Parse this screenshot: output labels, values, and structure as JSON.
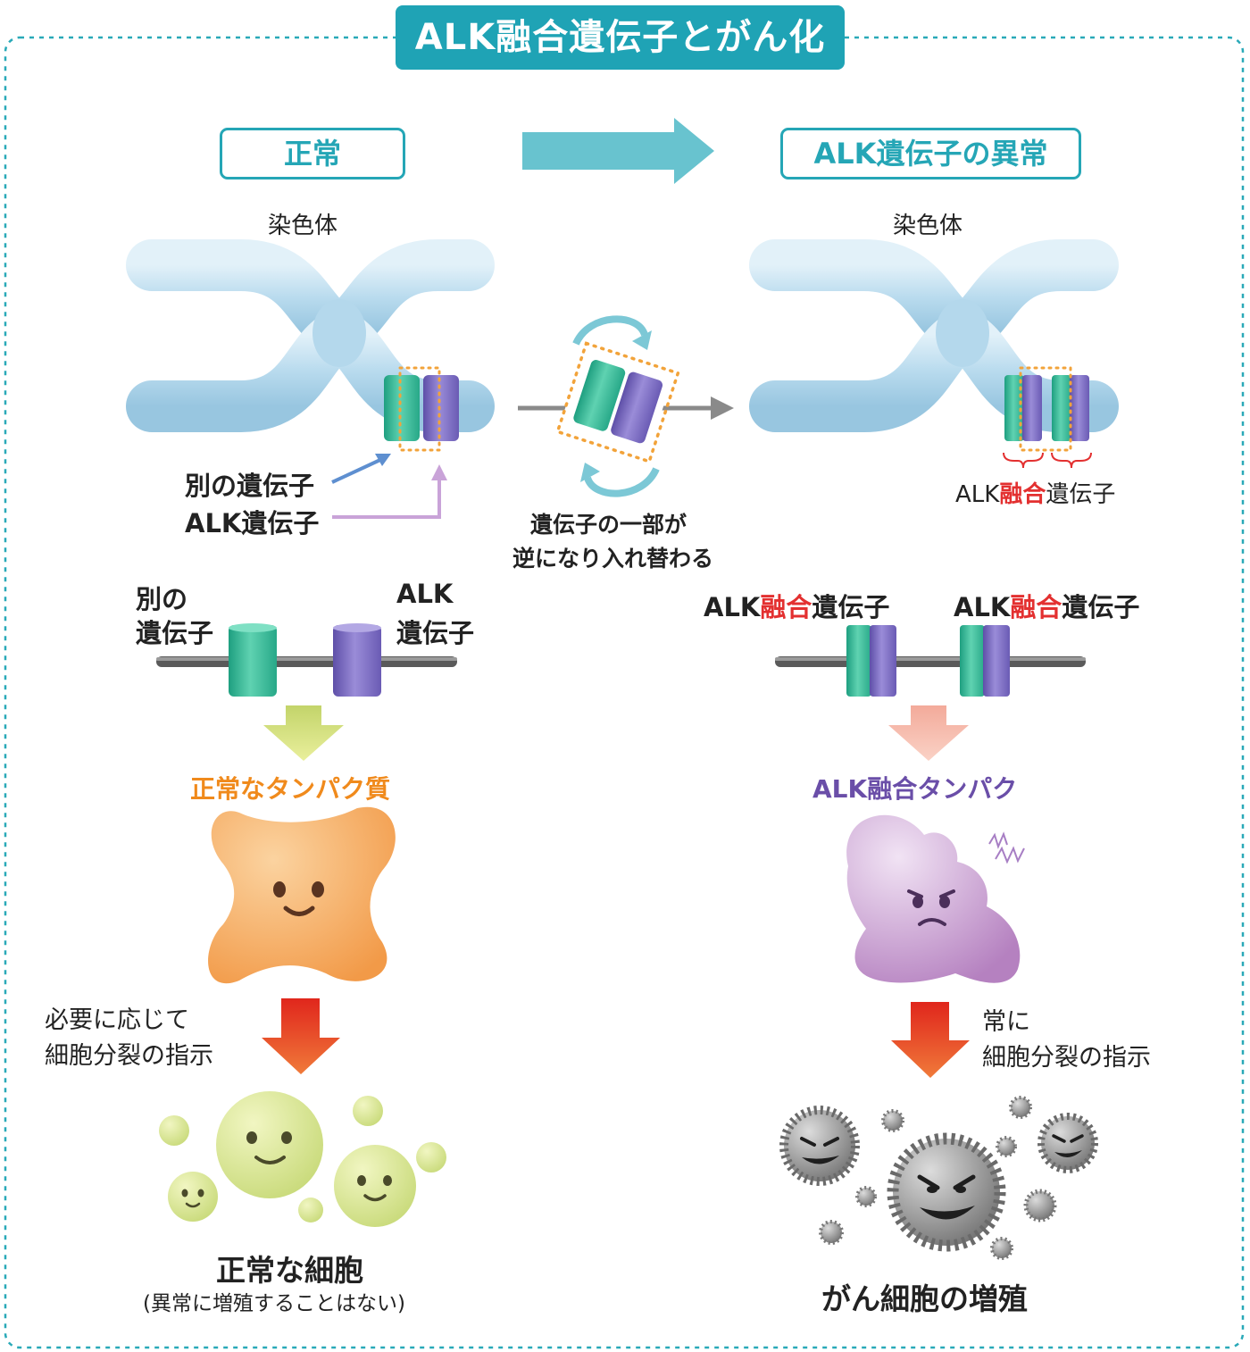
{
  "title": "ALK融合遺伝子とがん化",
  "left": {
    "header": "正常",
    "chromosome_label": "染色体",
    "callout_other_gene": "別の遺伝子",
    "callout_alk_gene": "ALK遺伝子",
    "gene_label_other_line1": "別の",
    "gene_label_other_line2": "遺伝子",
    "gene_label_alk_line1": "ALK",
    "gene_label_alk_line2": "遺伝子",
    "protein_label": "正常なタンパク質",
    "signal_line1": "必要に応じて",
    "signal_line2": "細胞分裂の指示",
    "cell_title": "正常な細胞",
    "cell_subtitle": "(異常に増殖することはない)"
  },
  "middle": {
    "caption_line1": "遺伝子の一部が",
    "caption_line2": "逆になり入れ替わる"
  },
  "right": {
    "header": "ALK遺伝子の異常",
    "chromosome_label": "染色体",
    "fusion_prefix": "ALK",
    "fusion_highlight": "融合",
    "fusion_suffix": "遺伝子",
    "protein_label": "ALK融合タンパク",
    "signal_line1": "常に",
    "signal_line2": "細胞分裂の指示",
    "cell_title": "がん細胞の増殖"
  },
  "colors": {
    "teal": "#1fa3b5",
    "green_gene": "#2fb795",
    "purple_gene": "#7b6cbf",
    "orange_protein": "#f4a55a",
    "purple_protein": "#c394cc",
    "highlight_red": "#e33030",
    "orange_text": "#f08a1c",
    "purple_text": "#6a4ea8"
  }
}
